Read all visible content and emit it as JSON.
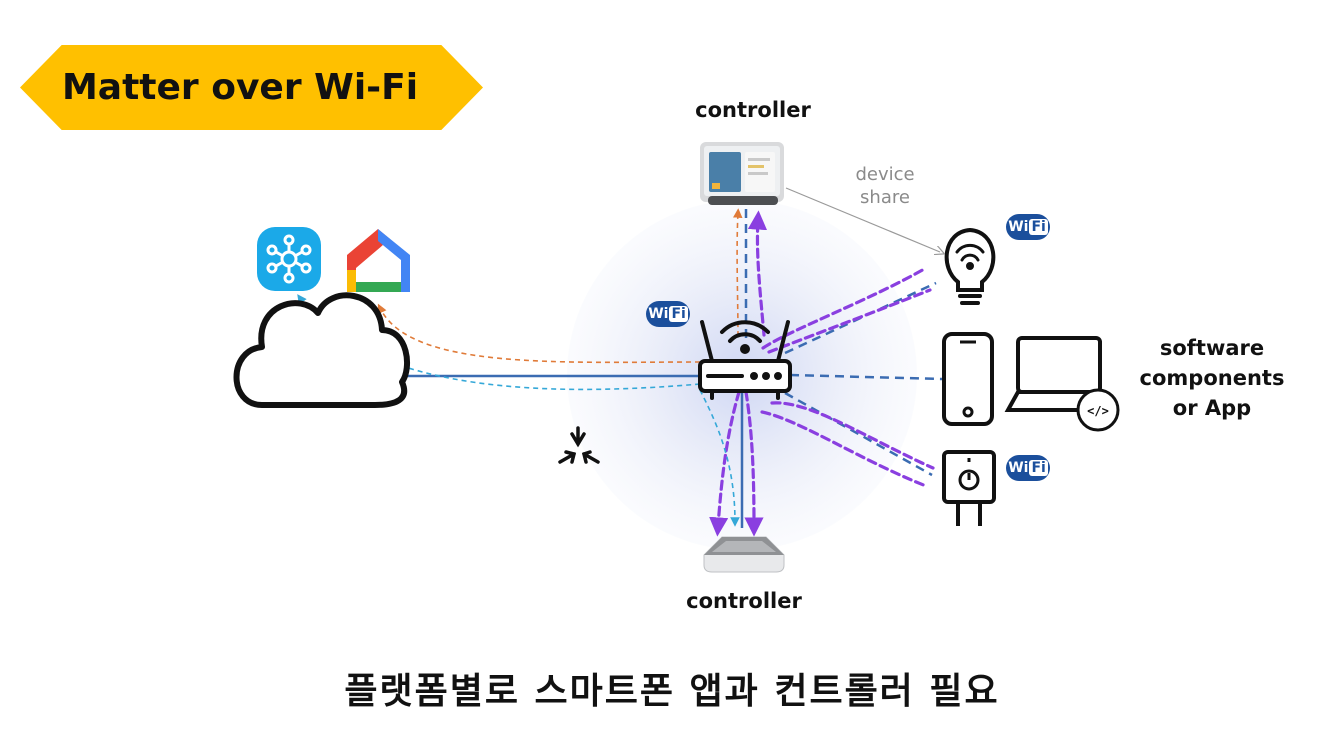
{
  "banner": {
    "title": "Matter over Wi-Fi",
    "color": "#FFC000"
  },
  "labels": {
    "controller_top": "controller",
    "controller_bottom": "controller",
    "device_share": "device share",
    "software": "software components or App",
    "caption": "플랫폼별로 스마트폰 앱과 컨트롤러 필요"
  },
  "badges": {
    "wifi_brand_left": "Wi",
    "wifi_brand_right": "Fi"
  },
  "icons": [
    "smartthings-app-icon",
    "google-home-app-icon",
    "cloud-icon",
    "wifi-router-icon",
    "smart-display-controller-icon",
    "hub-controller-icon",
    "light-bulb-icon",
    "smartphone-icon",
    "laptop-icon",
    "code-icon",
    "smart-plug-icon",
    "matter-logo-icon",
    "wifi-badge-icon"
  ],
  "colors": {
    "purple_flow": "#8A3FE0",
    "orange_flow": "#E07B39",
    "cyan_flow": "#35A8D8",
    "blue_link": "#3B6CB2",
    "wifi_badge": "#1B4F9C",
    "glow": "#DDE3F6"
  }
}
